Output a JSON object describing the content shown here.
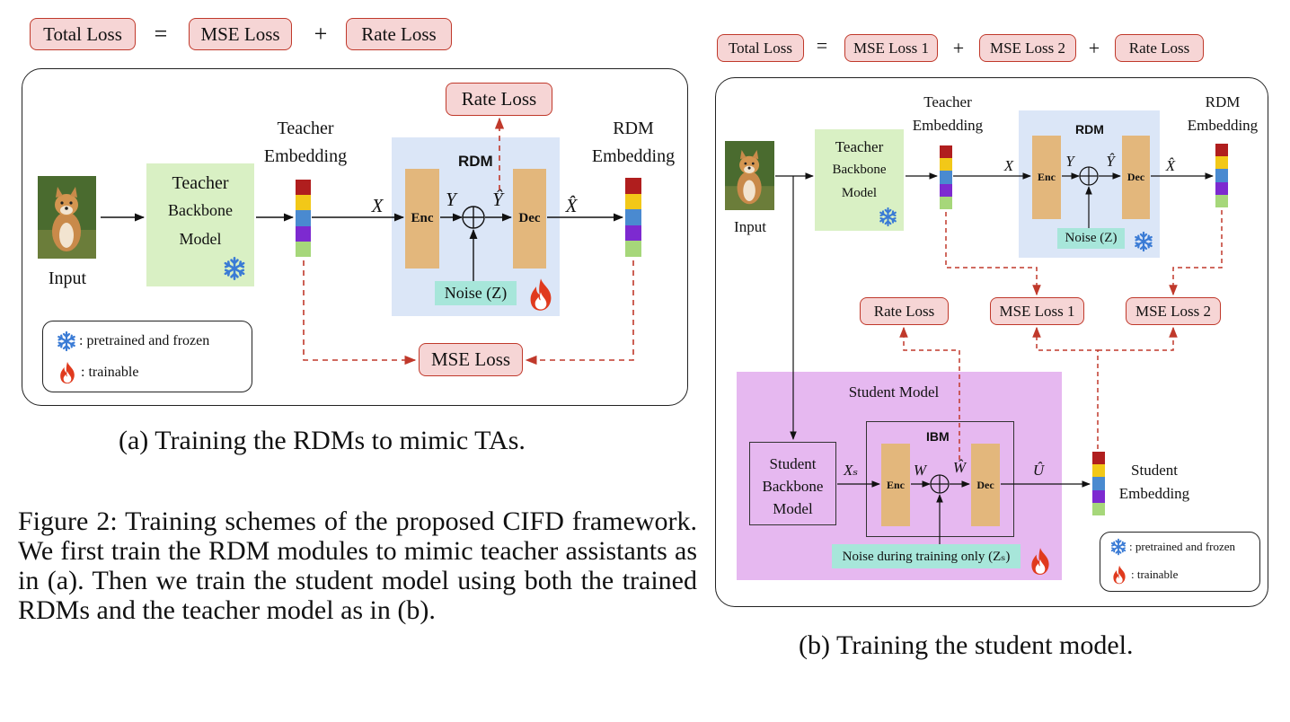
{
  "panel_a": {
    "equation": {
      "total": "Total Loss",
      "eq": "=",
      "mse": "MSE Loss",
      "plus": "+",
      "rate": "Rate Loss"
    },
    "input_label": "Input",
    "teacher_model": [
      "Teacher",
      "Backbone",
      "Model"
    ],
    "teacher_embedding_label": [
      "Teacher",
      "Embedding"
    ],
    "rdm_embedding_label": [
      "RDM",
      "Embedding"
    ],
    "rdm_title": "RDM",
    "enc": "Enc",
    "dec": "Dec",
    "noise": "Noise (Z)",
    "var_x": "X",
    "var_y": "Y",
    "var_yhat": "Ŷ",
    "var_xhat": "X̂",
    "rate_loss": "Rate Loss",
    "mse_loss": "MSE Loss",
    "legend": {
      "frozen": ": pretrained and frozen",
      "trainable": ": trainable"
    },
    "caption": "(a) Training the RDMs to mimic TAs."
  },
  "panel_b": {
    "equation": {
      "total": "Total Loss",
      "eq": "=",
      "mse1": "MSE Loss 1",
      "plus1": "+",
      "mse2": "MSE Loss 2",
      "plus2": "+",
      "rate": "Rate Loss"
    },
    "input_label": "Input",
    "teacher_model": [
      "Teacher",
      "Backbone",
      "Model"
    ],
    "teacher_embedding_label": [
      "Teacher",
      "Embedding"
    ],
    "rdm_embedding_label": [
      "RDM",
      "Embedding"
    ],
    "rdm_title": "RDM",
    "enc": "Enc",
    "dec": "Dec",
    "noise": "Noise (Z)",
    "var_x": "X",
    "var_y": "Y",
    "var_yhat": "Ŷ",
    "var_xhat": "X̂",
    "rate_loss": "Rate Loss",
    "mse_loss1": "MSE Loss 1",
    "mse_loss2": "MSE Loss 2",
    "student_model_title": "Student Model",
    "student_backbone": [
      "Student",
      "Backbone",
      "Model"
    ],
    "ibm_title": "IBM",
    "ibm_enc": "Enc",
    "ibm_dec": "Dec",
    "var_xs": "Xₛ",
    "var_w": "W",
    "var_what": "Ŵ",
    "var_uhat": "Û",
    "noise_train": "Noise during training only (Zₛ)",
    "student_embedding_label": [
      "Student",
      "Embedding"
    ],
    "legend": {
      "frozen": ": pretrained and frozen",
      "trainable": ": trainable"
    },
    "caption": "(b) Training the student model."
  },
  "figure_caption": "Figure 2: Training schemes of the proposed CIFD framework. We first train the RDM modules to mimic teacher assistants as in (a). Then we train the student model using both the trained RDMs and the teacher model as in (b).",
  "colors": {
    "loss_fill": "#f6d5d5",
    "loss_border": "#c0392b",
    "teacher_green": "#d9f0c4",
    "rdm_blue": "#dbe6f7",
    "encdec": "#e3b77c",
    "noise": "#a7e6da",
    "student_purple": "#e6b8f0",
    "arrow_red": "#c0392b"
  },
  "icons": {
    "frozen": "snowflake-icon",
    "trainable": "flame-icon"
  }
}
